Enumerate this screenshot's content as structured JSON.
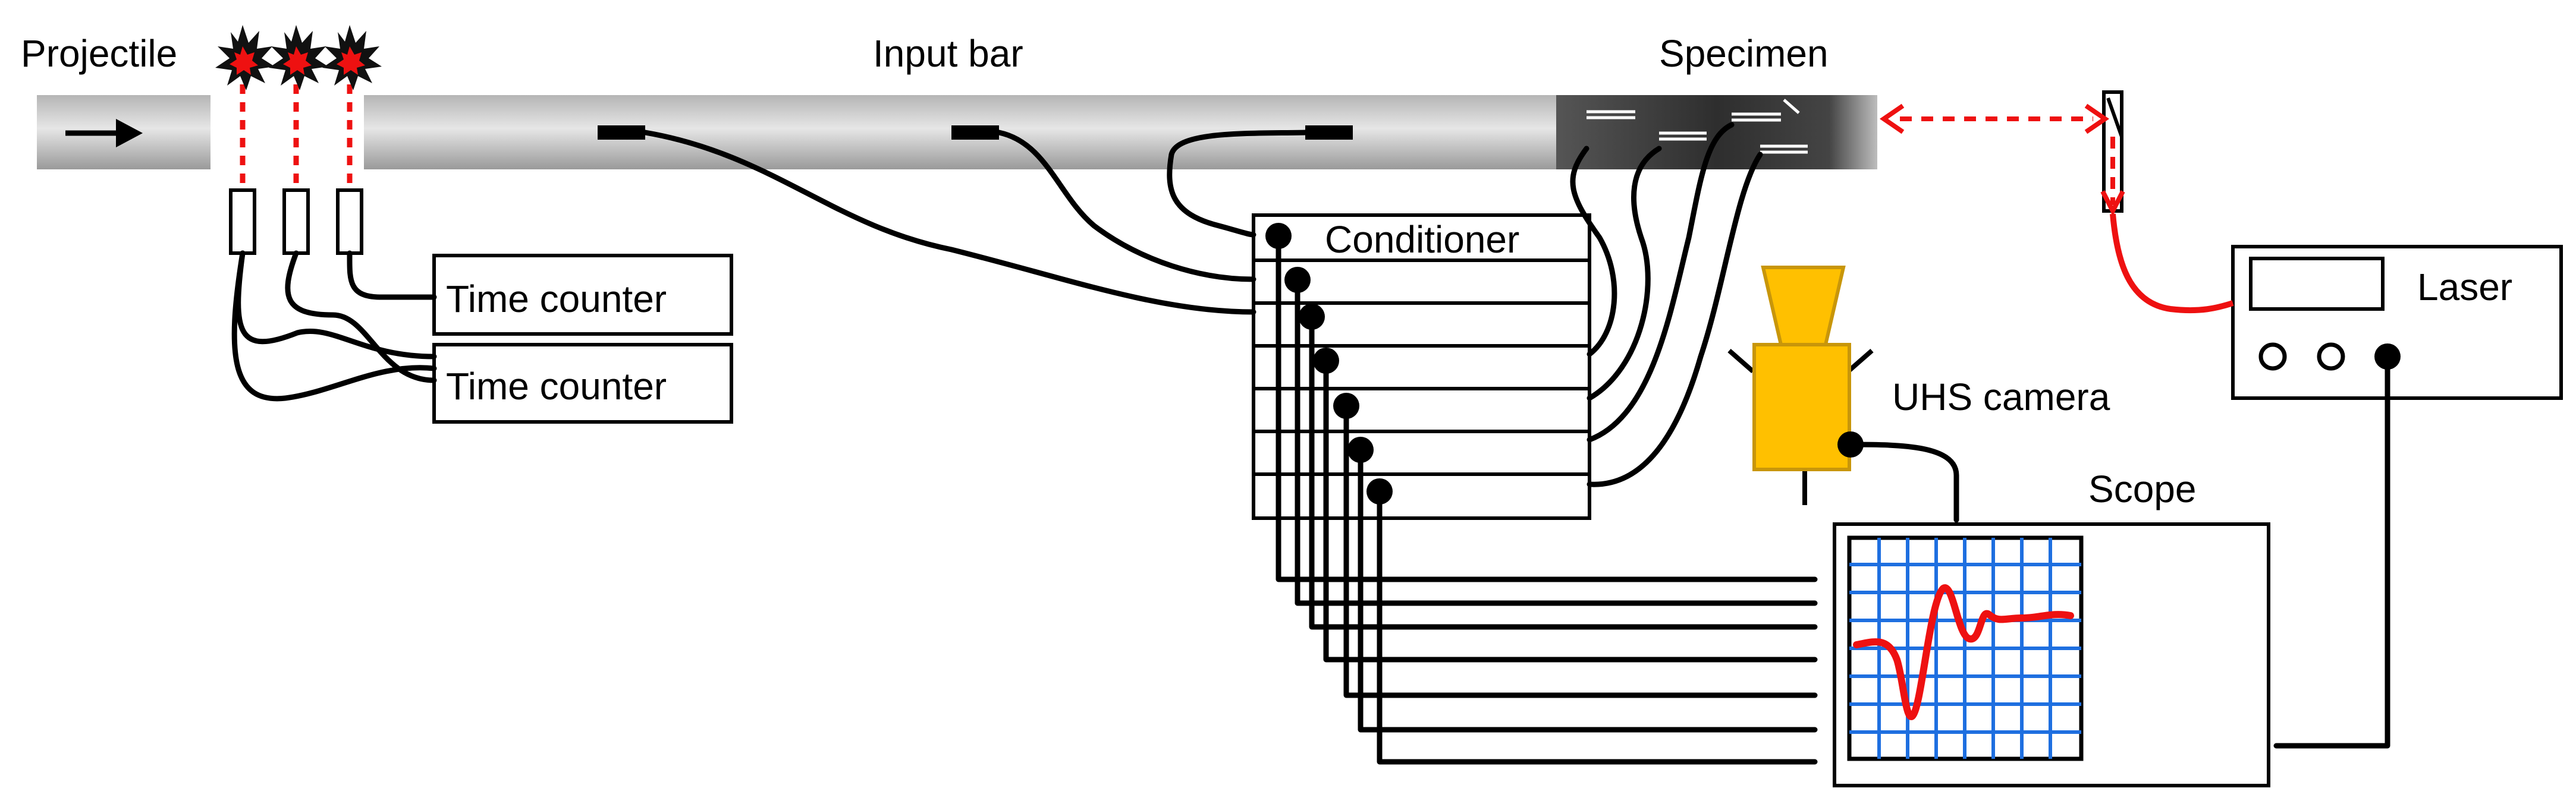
{
  "labels": {
    "projectile": "Projectile",
    "input_bar": "Input bar",
    "specimen": "Specimen",
    "conditioner": "Conditioner",
    "time_counter_1": "Time counter",
    "time_counter_2": "Time counter",
    "uhs_camera": "UHS camera",
    "scope": "Scope",
    "laser": "Laser"
  },
  "colors": {
    "bar_light": "#e2e2e2",
    "bar_dark": "#9a9a9a",
    "specimen_dark": "#3a3a3a",
    "laser_red": "#ee1111",
    "camera_fill": "#ffc000",
    "camera_stroke": "#c8960a",
    "scope_grid": "#1e6fe0"
  },
  "icons": {
    "direction_arrow": "right-arrow-icon",
    "light_gate_flash": "starburst-icon"
  }
}
